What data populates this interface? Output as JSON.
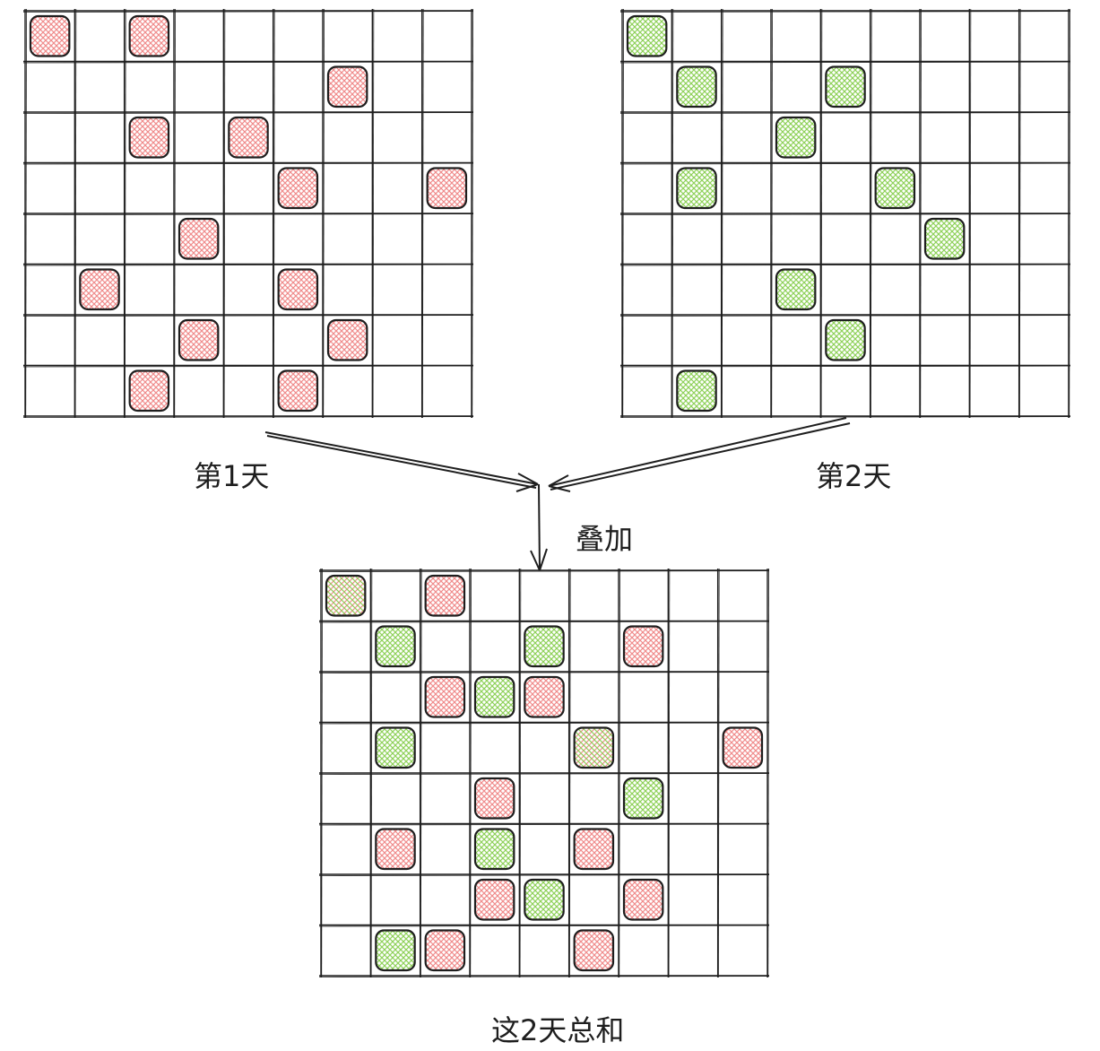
{
  "labels": {
    "day1": "第1天",
    "day2": "第2天",
    "overlay": "叠加",
    "sum": "这2天总和"
  },
  "colors": {
    "day1_cell": "#f08c8c",
    "day2_cell": "#8fd15a",
    "both_cell": "#e6a05a",
    "grid_line": "#1e1e1e"
  },
  "grid": {
    "rows": 8,
    "cols": 9
  },
  "day1_cells": [
    [
      0,
      0
    ],
    [
      0,
      2
    ],
    [
      1,
      6
    ],
    [
      2,
      2
    ],
    [
      2,
      4
    ],
    [
      3,
      5
    ],
    [
      3,
      8
    ],
    [
      4,
      3
    ],
    [
      5,
      1
    ],
    [
      5,
      5
    ],
    [
      6,
      3
    ],
    [
      6,
      6
    ],
    [
      7,
      2
    ],
    [
      7,
      5
    ]
  ],
  "day2_cells": [
    [
      0,
      0
    ],
    [
      1,
      1
    ],
    [
      1,
      4
    ],
    [
      2,
      3
    ],
    [
      3,
      1
    ],
    [
      3,
      5
    ],
    [
      4,
      6
    ],
    [
      5,
      3
    ],
    [
      6,
      4
    ],
    [
      7,
      1
    ]
  ]
}
